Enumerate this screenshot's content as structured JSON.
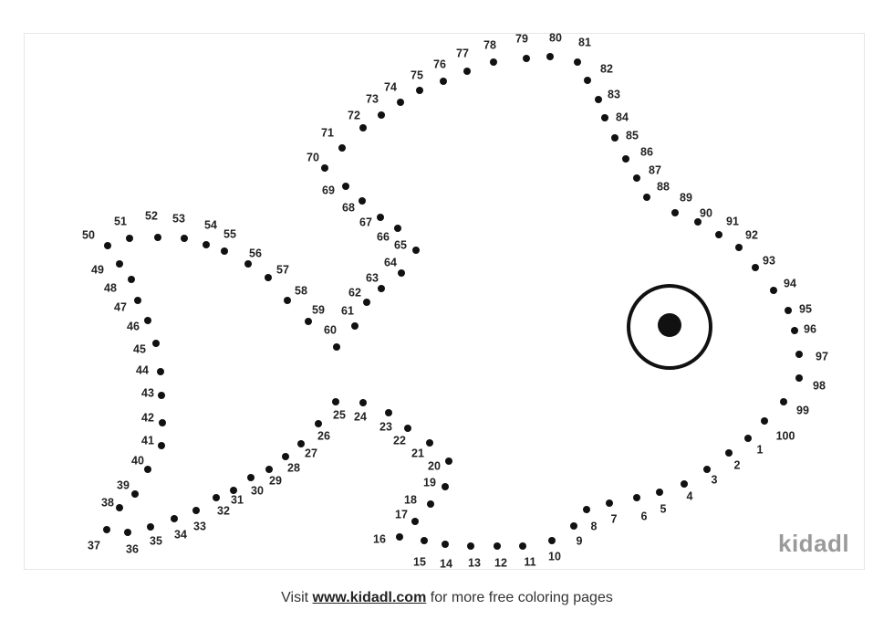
{
  "brand": {
    "logo_text": "kidadl",
    "logo_color": "#9a9a9a"
  },
  "footer": {
    "prefix": "Visit ",
    "link_text": "www.kidadl.com",
    "suffix": " for more free coloring pages"
  },
  "puzzle": {
    "dot_color": "#111111",
    "labels": [
      "1",
      "2",
      "3",
      "4",
      "5",
      "6",
      "7",
      "8",
      "9",
      "10",
      "11",
      "12",
      "13",
      "14",
      "15",
      "16",
      "17",
      "18",
      "19",
      "20",
      "21",
      "22",
      "23",
      "24",
      "25",
      "26",
      "27",
      "28",
      "29",
      "30",
      "31",
      "32",
      "33",
      "34",
      "35",
      "36",
      "37",
      "38",
      "39",
      "40",
      "41",
      "42",
      "43",
      "44",
      "45",
      "46",
      "47",
      "48",
      "49",
      "50",
      "51",
      "52",
      "53",
      "54",
      "55",
      "56",
      "57",
      "58",
      "59",
      "60",
      "61",
      "62",
      "63",
      "64",
      "65",
      "66",
      "67",
      "68",
      "69",
      "70",
      "71",
      "72",
      "73",
      "74",
      "75",
      "76",
      "77",
      "78",
      "79",
      "80",
      "81",
      "82",
      "83",
      "84",
      "85",
      "86",
      "87",
      "88",
      "89",
      "90",
      "91",
      "92",
      "93",
      "94",
      "95",
      "96",
      "97",
      "98",
      "99",
      "100"
    ]
  }
}
